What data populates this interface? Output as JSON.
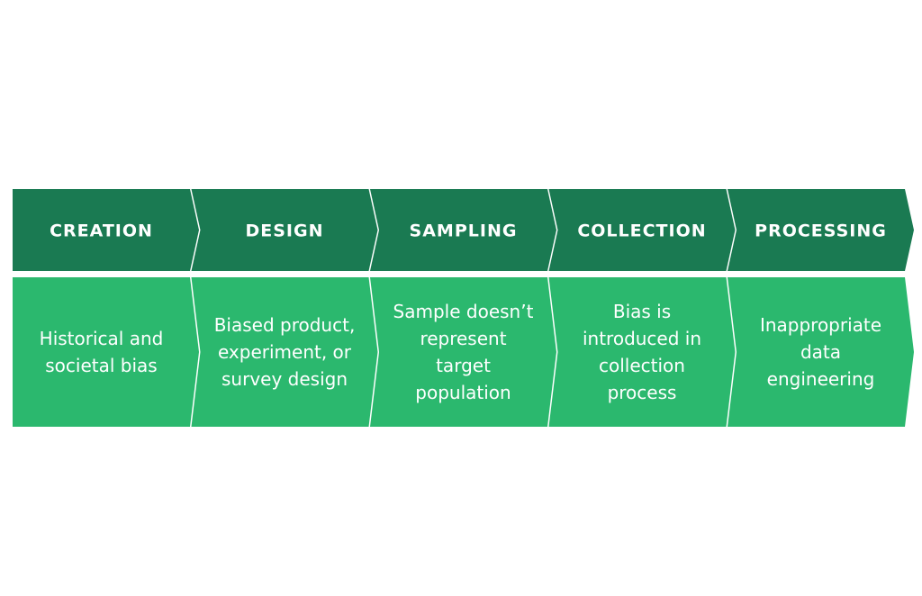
{
  "colors": {
    "header_fill": "#1a7a52",
    "body_fill": "#2bb86e",
    "text": "#ffffff",
    "background": "#ffffff"
  },
  "stages": [
    {
      "header": "CREATION",
      "description": [
        "Historical and",
        "societal bias"
      ]
    },
    {
      "header": "DESIGN",
      "description": [
        "Biased product,",
        "experiment, or",
        "survey design"
      ]
    },
    {
      "header": "SAMPLING",
      "description": [
        "Sample doesn’t",
        "represent",
        "target",
        "population"
      ]
    },
    {
      "header": "COLLECTION",
      "description": [
        "Bias is",
        "introduced in",
        "collection",
        "process"
      ]
    },
    {
      "header": "PROCESSING",
      "description": [
        "Inappropriate",
        "data",
        "engineering"
      ]
    }
  ]
}
